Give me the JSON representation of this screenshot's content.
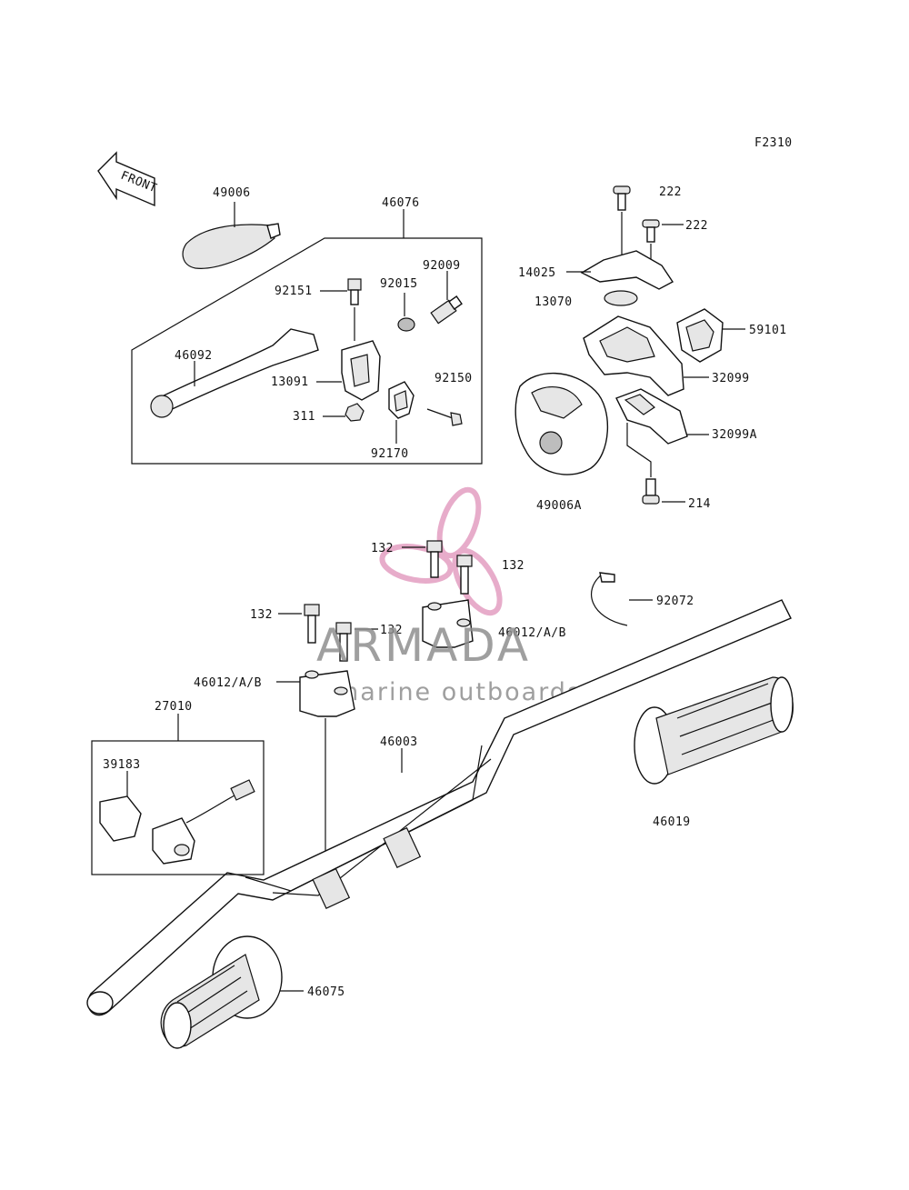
{
  "figure_code": "F2310",
  "front_label": "FRONT",
  "watermark": {
    "brand": "ARMADA",
    "tagline": "marine outboards",
    "logo": "propeller-logo"
  },
  "part_labels": {
    "p49006": "49006",
    "p46076": "46076",
    "p92009": "92009",
    "p92151": "92151",
    "p92015": "92015",
    "p46092": "46092",
    "p92150": "92150",
    "p13091": "13091",
    "p311": "311",
    "p92170": "92170",
    "p222a": "222",
    "p222b": "222",
    "p14025": "14025",
    "p13070": "13070",
    "p59101": "59101",
    "p32099": "32099",
    "p32099A": "32099A",
    "p49006A": "49006A",
    "p214": "214",
    "p132a": "132",
    "p132b": "132",
    "p132c": "132",
    "p132d": "132",
    "p92072": "92072",
    "p46012a": "46012/A/B",
    "p46012b": "46012/A/B",
    "p27010": "27010",
    "p39183": "39183",
    "p46003": "46003",
    "p46019": "46019",
    "p46075": "46075"
  }
}
